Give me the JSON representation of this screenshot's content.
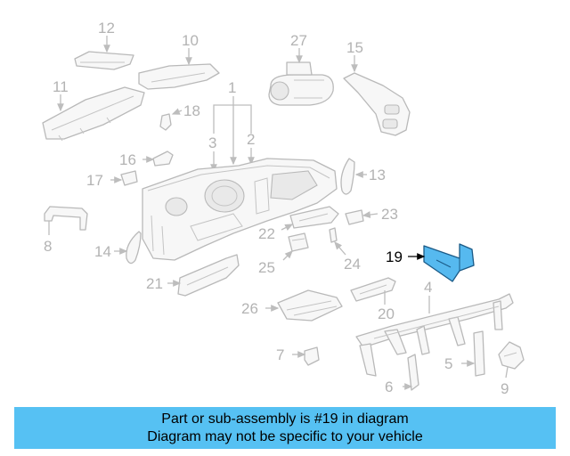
{
  "callouts": {
    "c1": "1",
    "c2": "2",
    "c3": "3",
    "c4": "4",
    "c5": "5",
    "c6": "6",
    "c7": "7",
    "c8": "8",
    "c9": "9",
    "c10": "10",
    "c11": "11",
    "c12": "12",
    "c13": "13",
    "c14": "14",
    "c15": "15",
    "c16": "16",
    "c17": "17",
    "c18": "18",
    "c19": "19",
    "c20": "20",
    "c21": "21",
    "c22": "22",
    "c23": "23",
    "c24": "24",
    "c25": "25",
    "c26": "26",
    "c27": "27"
  },
  "highlighted_part": "19",
  "colors": {
    "highlight": "#56b9ef",
    "banner": "#56c1f3",
    "line_art": "#b9b9b9"
  },
  "banner": {
    "line1": "Part or sub-assembly is #19 in diagram",
    "line2": "Diagram may not be specific to your vehicle"
  }
}
